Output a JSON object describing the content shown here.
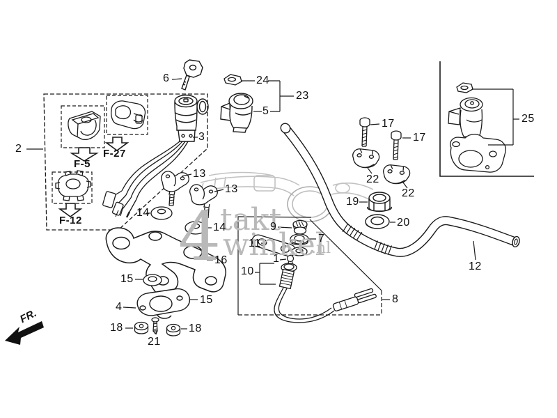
{
  "diagram": {
    "description": "Exploded parts diagram - handlebar and ignition switch assembly",
    "callouts": {
      "c1": "1",
      "c2": "2",
      "c3": "3",
      "c4": "4",
      "c5": "5",
      "c6": "6",
      "c7": "7",
      "c8": "8",
      "c9": "9",
      "c10": "10",
      "c11": "11",
      "c12": "12",
      "c13a": "13",
      "c13b": "13",
      "c14a": "14",
      "c14b": "14",
      "c15a": "15",
      "c15b": "15",
      "c16": "16",
      "c17a": "17",
      "c17b": "17",
      "c18a": "18",
      "c18b": "18",
      "c19": "19",
      "c20": "20",
      "c21": "21",
      "c22a": "22",
      "c22b": "22",
      "c23": "23",
      "c24": "24",
      "c25": "25"
    },
    "subassembly_refs": {
      "f5": "F-5",
      "f27": "F-27",
      "f12": "F-12"
    },
    "direction_indicator": "FR.",
    "watermark": {
      "figure": "4",
      "word1": "takt",
      "word2": "winkel",
      "tld": ".nl"
    }
  }
}
